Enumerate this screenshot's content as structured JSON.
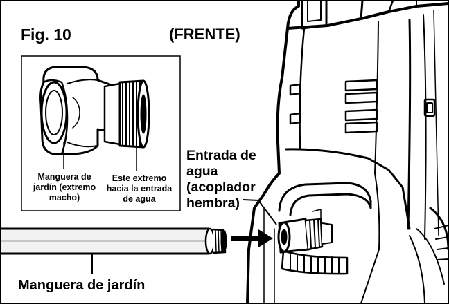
{
  "figure": {
    "title": "Fig. 10",
    "view_label": "(FRENTE)"
  },
  "inset": {
    "hose_end_label": "Manguera de jardín (extremo macho)",
    "coupler_end_label": "Este extremo hacia la entrada de agua"
  },
  "callouts": {
    "water_inlet_label": "Entrada de agua (acoplador hembra)",
    "garden_hose_label": "Manguera de jardín"
  },
  "colors": {
    "ink": "#000000",
    "paper": "#ffffff",
    "hose_fill": "#f2f2f2"
  },
  "icons": {
    "direction_arrow": "arrow-right-icon"
  }
}
